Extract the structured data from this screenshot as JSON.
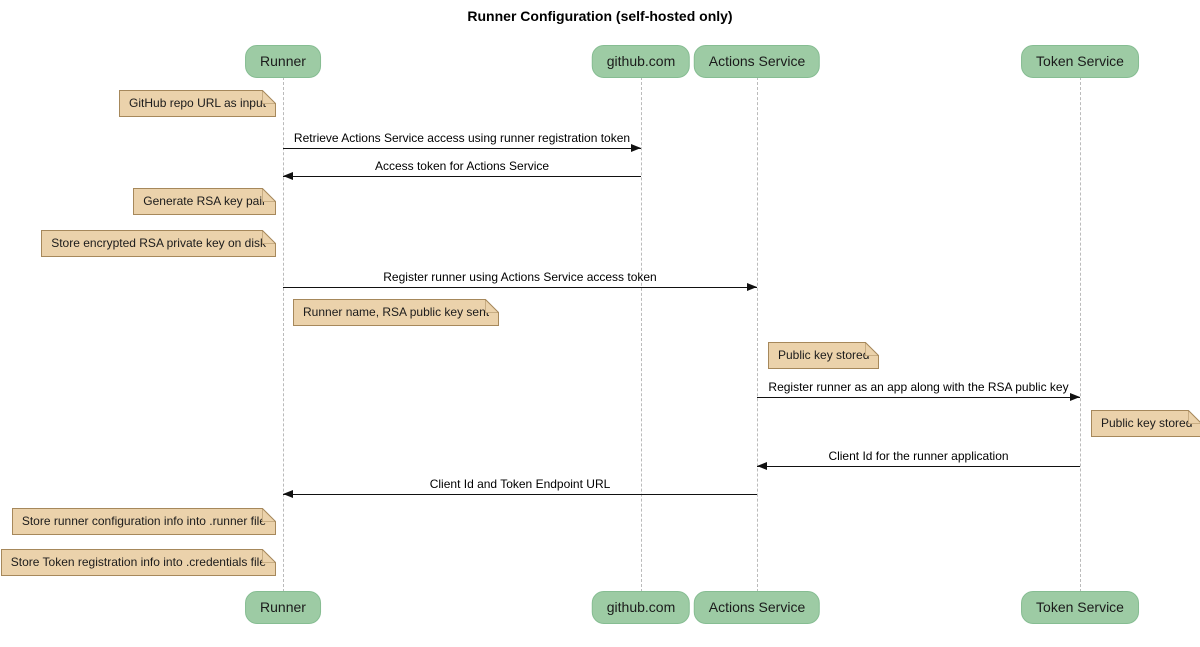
{
  "diagram": {
    "title": "Runner Configuration (self-hosted only)",
    "participants": [
      {
        "id": "runner",
        "label": "Runner"
      },
      {
        "id": "github",
        "label": "github.com"
      },
      {
        "id": "actions",
        "label": "Actions Service"
      },
      {
        "id": "token",
        "label": "Token Service"
      }
    ],
    "messages": [
      {
        "from": "runner",
        "to": "github",
        "text": "Retrieve Actions Service access using runner registration token"
      },
      {
        "from": "github",
        "to": "runner",
        "text": "Access token for Actions Service"
      },
      {
        "from": "runner",
        "to": "actions",
        "text": "Register runner using Actions Service access token"
      },
      {
        "from": "actions",
        "to": "token",
        "text": "Register runner as an app along with the RSA public key"
      },
      {
        "from": "token",
        "to": "actions",
        "text": "Client Id for the runner application"
      },
      {
        "from": "actions",
        "to": "runner",
        "text": "Client Id and Token Endpoint URL"
      }
    ],
    "notes": [
      {
        "anchor": "runner",
        "side": "left",
        "text": "GitHub repo URL as input"
      },
      {
        "anchor": "runner",
        "side": "left",
        "text": "Generate RSA key pair"
      },
      {
        "anchor": "runner",
        "side": "left",
        "text": "Store encrypted RSA private key on disk"
      },
      {
        "anchor": "runner",
        "side": "right",
        "text": "Runner name, RSA public key sent"
      },
      {
        "anchor": "actions",
        "side": "right",
        "text": "Public key stored"
      },
      {
        "anchor": "token",
        "side": "right",
        "text": "Public key stored"
      },
      {
        "anchor": "runner",
        "side": "left",
        "text": "Store runner configuration info into .runner file"
      },
      {
        "anchor": "runner",
        "side": "left",
        "text": "Store Token registration info into .credentials file"
      }
    ],
    "colors": {
      "participant_fill": "#9dcba4",
      "participant_border": "#86bd92",
      "note_fill": "#ebd2ab",
      "note_border": "#a6885b",
      "lifeline": "#bbbbbb",
      "arrow": "#111111"
    }
  }
}
